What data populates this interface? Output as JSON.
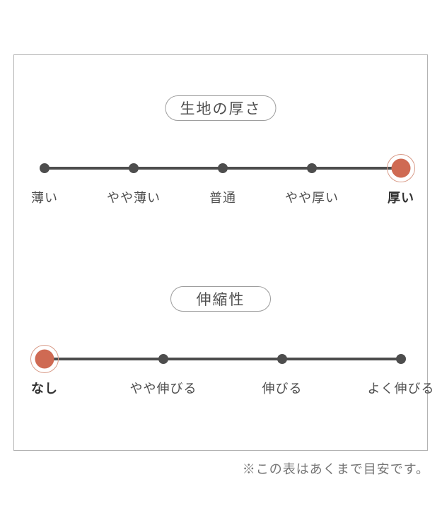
{
  "panel": {
    "scales": [
      {
        "id": "fabric-thickness",
        "title": "生地の厚さ",
        "options": [
          {
            "label": "薄い",
            "selected": false
          },
          {
            "label": "やや薄い",
            "selected": false
          },
          {
            "label": "普通",
            "selected": false
          },
          {
            "label": "やや厚い",
            "selected": false
          },
          {
            "label": "厚い",
            "selected": true
          }
        ]
      },
      {
        "id": "stretchiness",
        "title": "伸縮性",
        "options": [
          {
            "label": "なし",
            "selected": true
          },
          {
            "label": "やや伸びる",
            "selected": false
          },
          {
            "label": "伸びる",
            "selected": false
          },
          {
            "label": "よく伸びる",
            "selected": false
          }
        ]
      }
    ]
  },
  "footnote": "※この表はあくまで目安です。",
  "colors": {
    "accent": "#cf6a53",
    "accent_ring": "#d89a87",
    "track": "#4d4d4d",
    "dot": "#4d4d4d",
    "label": "#4f4f4f",
    "label_selected": "#333333",
    "panel_border": "#b3b3b3",
    "pill_border": "#9e9e9e",
    "note": "#757575"
  }
}
